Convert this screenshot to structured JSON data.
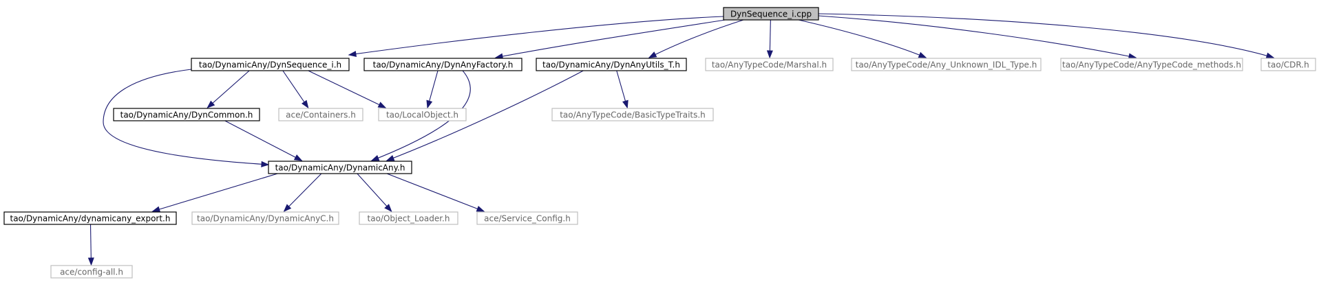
{
  "diagram": {
    "nodes": [
      {
        "id": "root",
        "label": "DynSequence_i.cpp",
        "style": "root"
      },
      {
        "id": "seq_h",
        "label": "tao/DynamicAny/DynSequence_i.h",
        "style": "internal"
      },
      {
        "id": "factory_h",
        "label": "tao/DynamicAny/DynAnyFactory.h",
        "style": "internal"
      },
      {
        "id": "utils_t",
        "label": "tao/DynamicAny/DynAnyUtils_T.h",
        "style": "internal"
      },
      {
        "id": "marshal",
        "label": "tao/AnyTypeCode/Marshal.h",
        "style": "external"
      },
      {
        "id": "unknown_idl",
        "label": "tao/AnyTypeCode/Any_Unknown_IDL_Type.h",
        "style": "external"
      },
      {
        "id": "atc_methods",
        "label": "tao/AnyTypeCode/AnyTypeCode_methods.h",
        "style": "external"
      },
      {
        "id": "cdr",
        "label": "tao/CDR.h",
        "style": "external"
      },
      {
        "id": "dyncommon",
        "label": "tao/DynamicAny/DynCommon.h",
        "style": "internal"
      },
      {
        "id": "containers",
        "label": "ace/Containers.h",
        "style": "external"
      },
      {
        "id": "localobject",
        "label": "tao/LocalObject.h",
        "style": "external"
      },
      {
        "id": "basictype",
        "label": "tao/AnyTypeCode/BasicTypeTraits.h",
        "style": "external"
      },
      {
        "id": "dynamicany",
        "label": "tao/DynamicAny/DynamicAny.h",
        "style": "internal"
      },
      {
        "id": "export",
        "label": "tao/DynamicAny/dynamicany_export.h",
        "style": "internal"
      },
      {
        "id": "dynamicanyc",
        "label": "tao/DynamicAny/DynamicAnyC.h",
        "style": "external"
      },
      {
        "id": "objloader",
        "label": "tao/Object_Loader.h",
        "style": "external"
      },
      {
        "id": "svcconfig",
        "label": "ace/Service_Config.h",
        "style": "external"
      },
      {
        "id": "configall",
        "label": "ace/config-all.h",
        "style": "external"
      }
    ],
    "edges": [
      {
        "from": "root",
        "to": "seq_h"
      },
      {
        "from": "root",
        "to": "factory_h"
      },
      {
        "from": "root",
        "to": "utils_t"
      },
      {
        "from": "root",
        "to": "marshal"
      },
      {
        "from": "root",
        "to": "unknown_idl"
      },
      {
        "from": "root",
        "to": "atc_methods"
      },
      {
        "from": "root",
        "to": "cdr"
      },
      {
        "from": "seq_h",
        "to": "dyncommon"
      },
      {
        "from": "seq_h",
        "to": "containers"
      },
      {
        "from": "seq_h",
        "to": "localobject"
      },
      {
        "from": "seq_h",
        "to": "dynamicany"
      },
      {
        "from": "factory_h",
        "to": "localobject"
      },
      {
        "from": "factory_h",
        "to": "dynamicany"
      },
      {
        "from": "utils_t",
        "to": "basictype"
      },
      {
        "from": "utils_t",
        "to": "dynamicany"
      },
      {
        "from": "dyncommon",
        "to": "dynamicany"
      },
      {
        "from": "dynamicany",
        "to": "export"
      },
      {
        "from": "dynamicany",
        "to": "dynamicanyc"
      },
      {
        "from": "dynamicany",
        "to": "objloader"
      },
      {
        "from": "dynamicany",
        "to": "svcconfig"
      },
      {
        "from": "export",
        "to": "configall"
      }
    ]
  }
}
